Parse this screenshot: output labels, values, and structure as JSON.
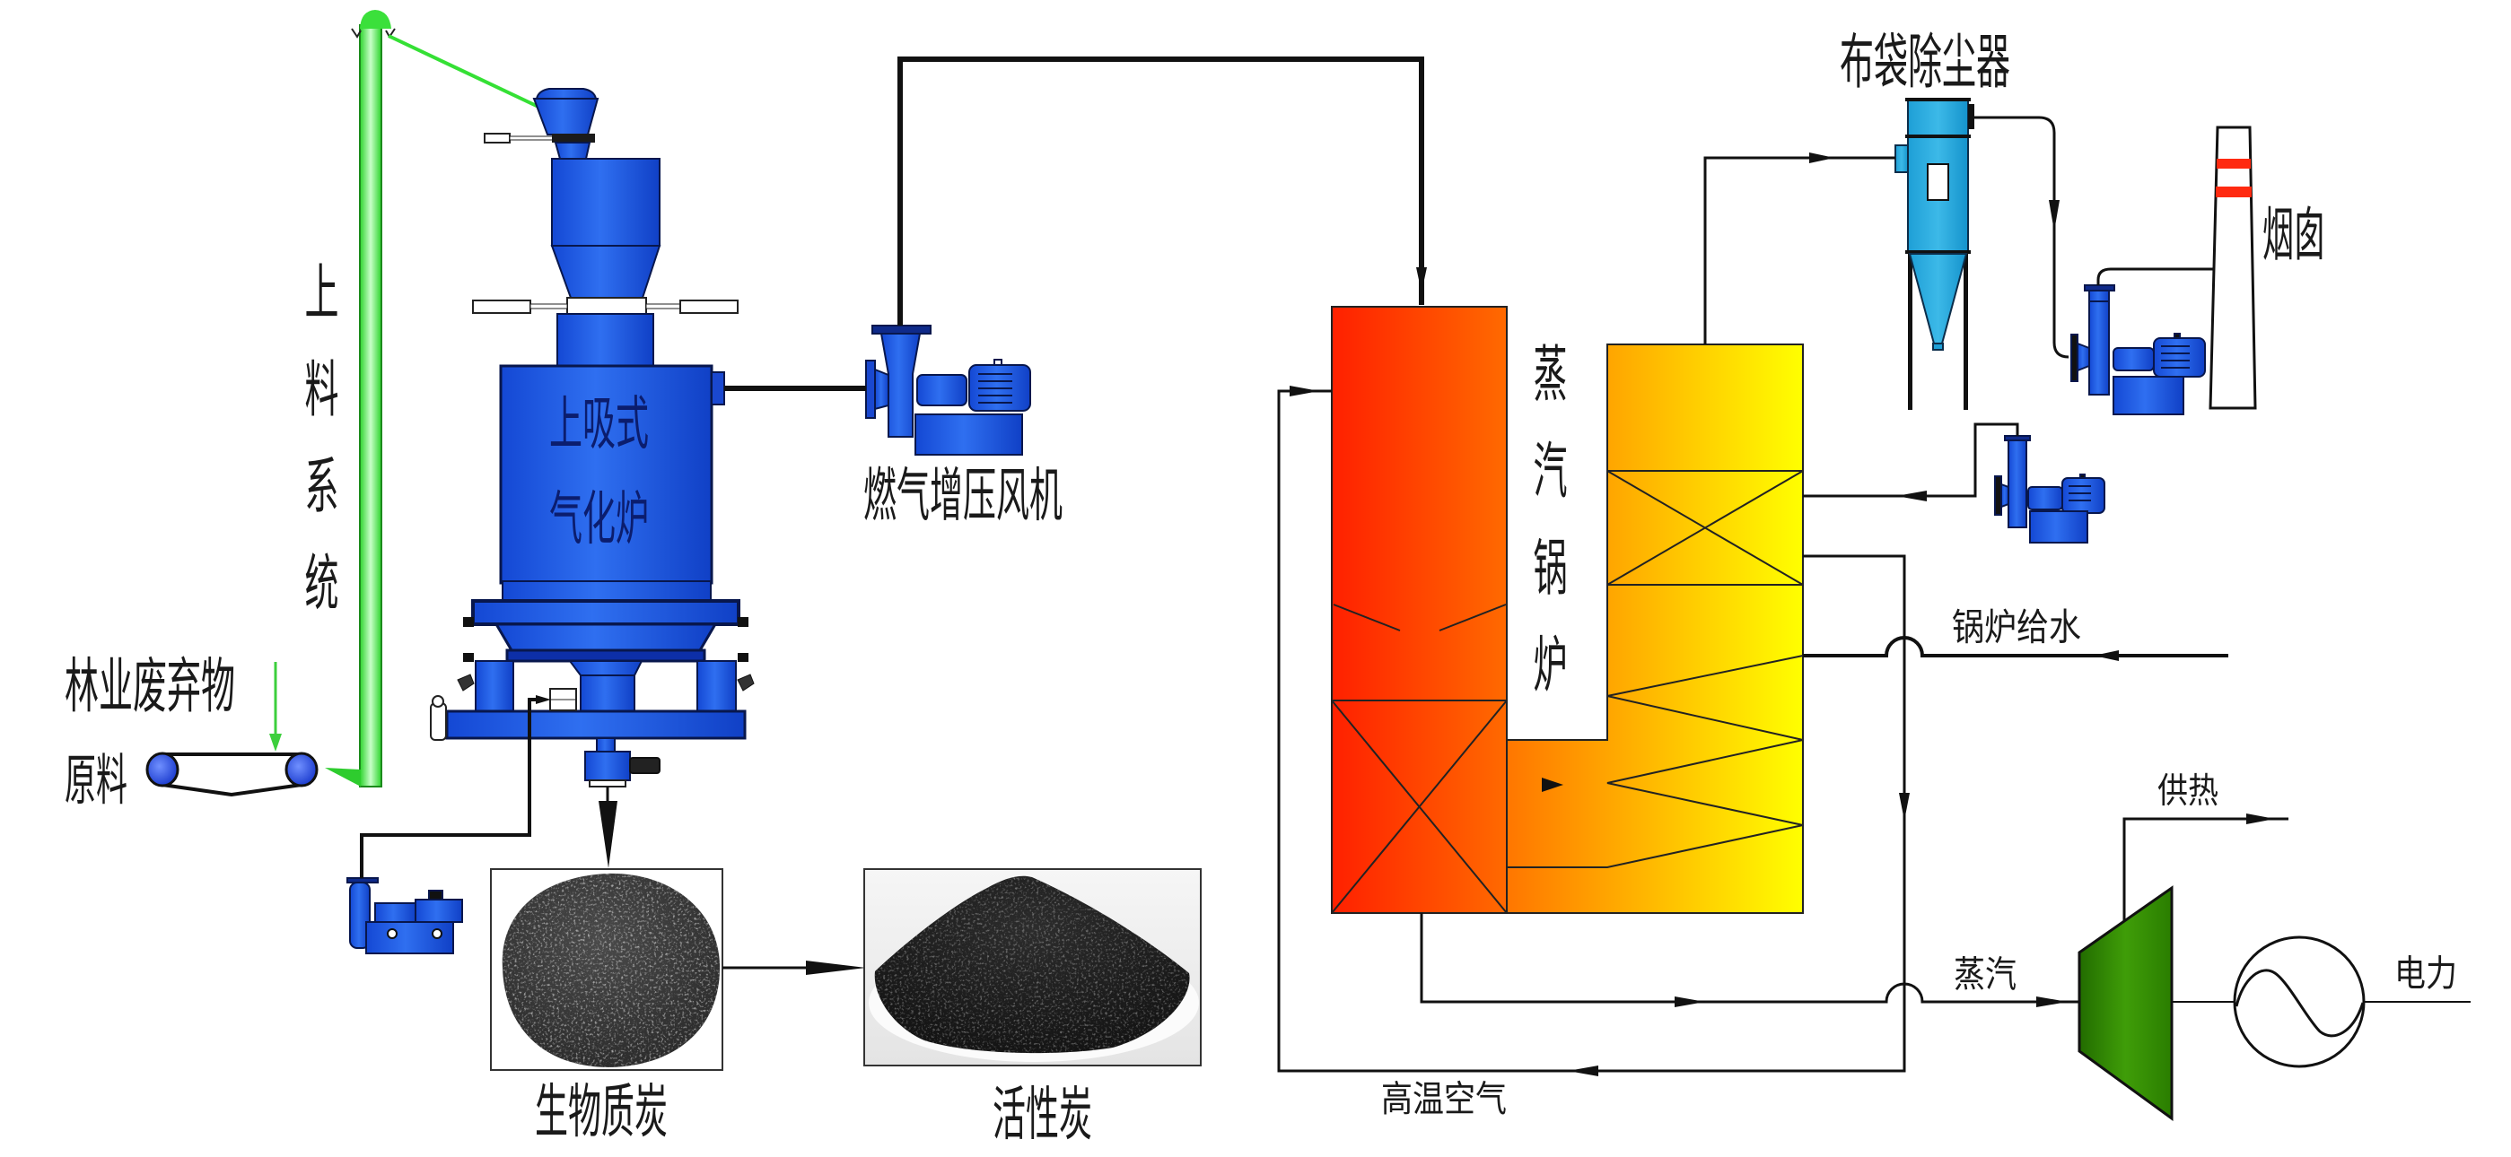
{
  "labels": {
    "feeding_system": "上料系统",
    "forestry_waste": "林业废弃物",
    "raw_material": "原料",
    "gasifier_line1": "上吸式",
    "gasifier_line2": "气化炉",
    "gas_booster_fan": "燃气增压风机",
    "biochar": "生物质炭",
    "activated_carbon": "活性炭",
    "steam_boiler": "蒸汽锅炉",
    "bag_filter": "布袋除尘器",
    "chimney": "烟囱",
    "boiler_feedwater": "锅炉给水",
    "heat_supply": "供热",
    "steam": "蒸汽",
    "electricity": "电力",
    "hot_air": "高温空气"
  },
  "colors": {
    "equipment_blue": "#1448d4",
    "bag_filter_blue": "#1e9fd6",
    "feeding_green": "#2bd42b",
    "furnace_red": "#ff2000",
    "furnace_orange": "#ff6a00",
    "boiler_orange": "#ff7600",
    "boiler_yellow": "#ffff00",
    "turbine_green": "#226c00",
    "chimney_band_red": "#ff2a10"
  },
  "flows": [
    {
      "from": "forestry_waste",
      "to": "feeding_system"
    },
    {
      "from": "feeding_system",
      "to": "gasifier"
    },
    {
      "from": "gasifier",
      "to": "gas_booster_fan"
    },
    {
      "from": "gas_booster_fan",
      "to": "steam_boiler"
    },
    {
      "from": "gasifier",
      "to": "biochar"
    },
    {
      "from": "biochar",
      "to": "activated_carbon"
    },
    {
      "from": "steam_boiler",
      "to": "bag_filter"
    },
    {
      "from": "bag_filter",
      "to": "chimney"
    },
    {
      "from": "boiler_feedwater",
      "to": "steam_boiler"
    },
    {
      "from": "steam_boiler",
      "to": "hot_air"
    },
    {
      "from": "steam_boiler",
      "to": "steam"
    },
    {
      "from": "steam",
      "to": "turbine"
    },
    {
      "from": "turbine",
      "to": "heat_supply"
    },
    {
      "from": "turbine",
      "to": "electricity"
    }
  ]
}
